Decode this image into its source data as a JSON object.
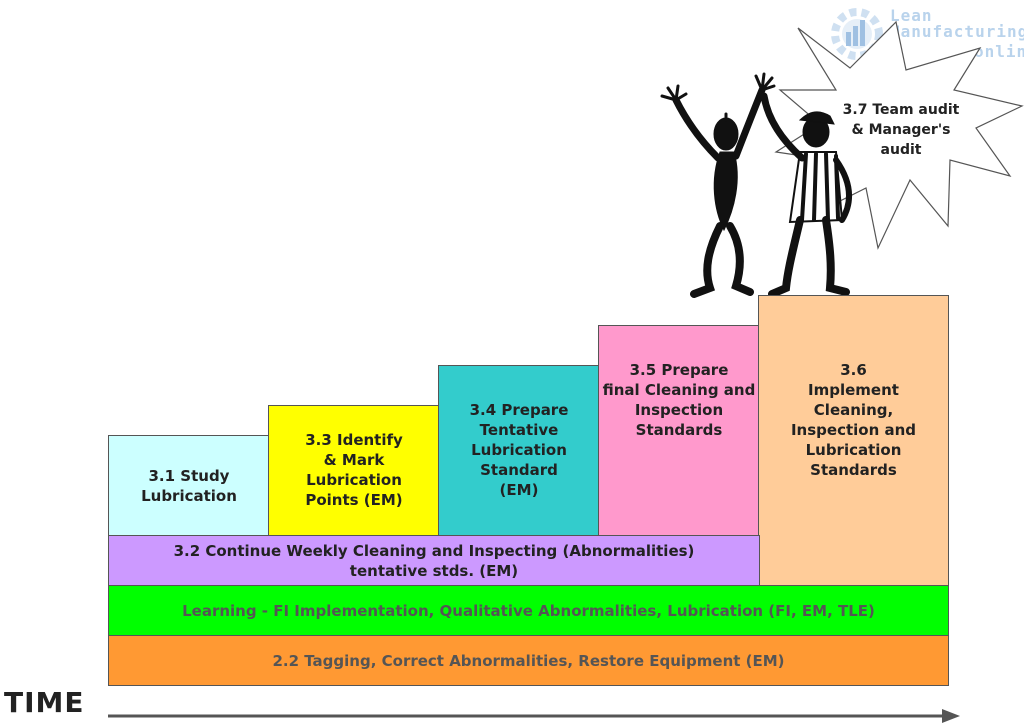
{
  "logo": {
    "line1": "Lean",
    "line2": "Manufacturing",
    "line3": "online",
    "icon": "gear-chart-icon"
  },
  "steps": {
    "s31": "3.1 Study\nLubrication",
    "s33": "3.3 Identify\n& Mark\nLubrication\nPoints (EM)",
    "s34": "3.4 Prepare\nTentative\nLubrication\nStandard\n(EM)",
    "s35": "3.5 Prepare\nfinal Cleaning and\nInspection\nStandards",
    "s36": "3.6\nImplement\nCleaning,\nInspection and\nLubrication\nStandards",
    "s32": "3.2 Continue Weekly Cleaning and Inspecting (Abnormalities)\ntentative stds. (EM)",
    "learning": "Learning - FI Implementation, Qualitative Abnormalities, Lubrication (FI, EM, TLE)",
    "s22": "2.2 Tagging, Correct Abnormalities, Restore Equipment (EM)",
    "s37": "3.7 Team audit\n& Manager's\naudit"
  },
  "axis": {
    "time_label": "TIME"
  },
  "colors": {
    "s31": "#ccffff",
    "s33": "#ffff00",
    "s34": "#33cccc",
    "s35": "#ff99cc",
    "s36": "#ffcc99",
    "s32": "#cc99ff",
    "learning": "#00ff00",
    "s22": "#ff9933"
  },
  "illustration": {
    "figures": "celebrating-people-icon",
    "burst": "starburst-icon"
  }
}
